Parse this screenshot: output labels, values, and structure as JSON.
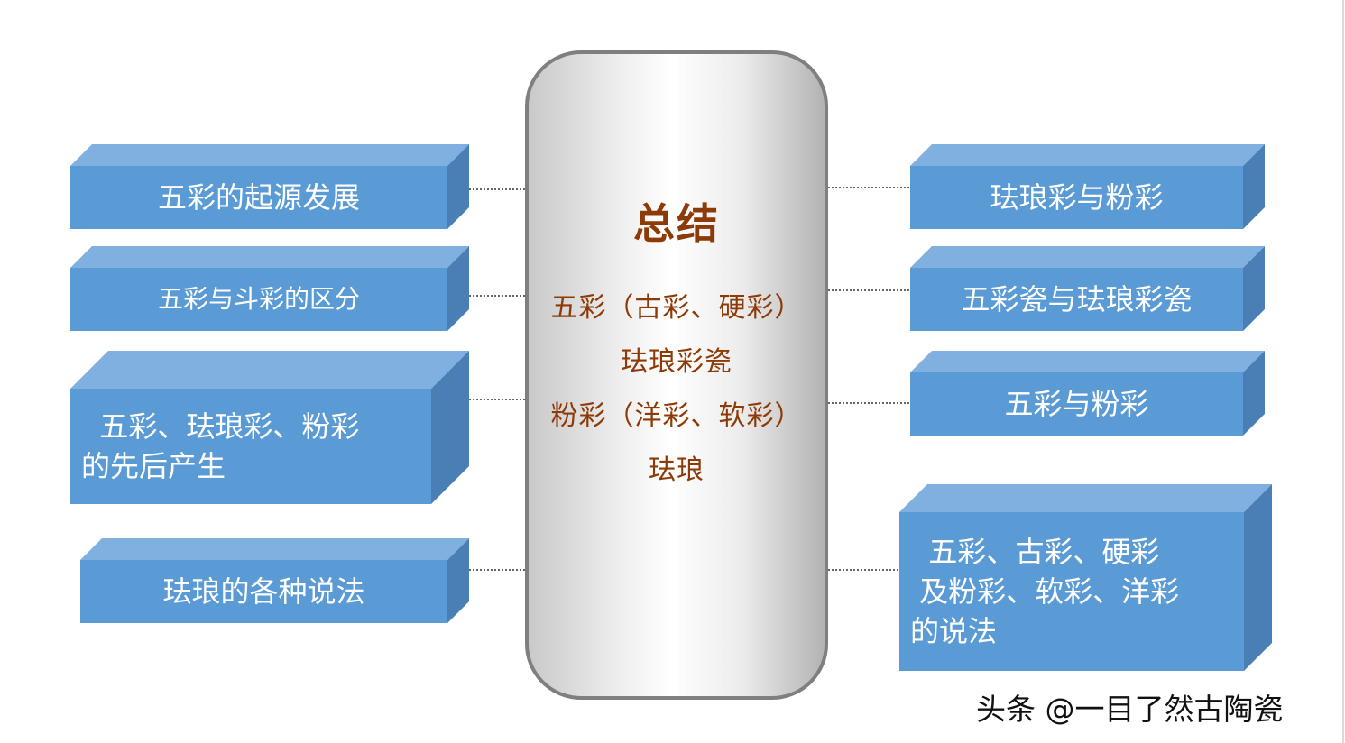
{
  "center": {
    "title": "总结",
    "lines": [
      "五彩（古彩、硬彩）",
      "珐琅彩瓷",
      "粉彩（洋彩、软彩）",
      "珐琅"
    ]
  },
  "left_boxes": [
    {
      "label": "五彩的起源发展"
    },
    {
      "label": "五彩与斗彩的区分"
    },
    {
      "label": "  五彩、珐琅彩、粉彩\n的先后产生"
    },
    {
      "label": "珐琅的各种说法"
    }
  ],
  "right_boxes": [
    {
      "label": "珐琅彩与粉彩"
    },
    {
      "label": "五彩瓷与珐琅彩瓷"
    },
    {
      "label": "五彩与粉彩"
    },
    {
      "label": "  五彩、古彩、硬彩\n 及粉彩、软彩、洋彩\n的说法"
    }
  ],
  "watermark": "头条 @一目了然古陶瓷",
  "colors": {
    "box_front": "#5b9bd5",
    "box_top": "#7fb0df",
    "box_side": "#4a7fb6",
    "center_text": "#8e3a06",
    "center_border": "#7f7f7f"
  }
}
